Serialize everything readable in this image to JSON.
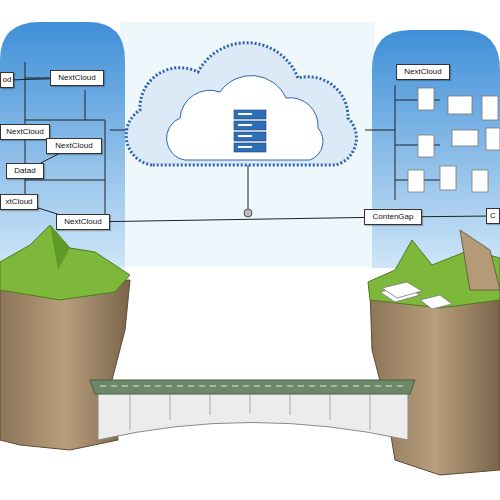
{
  "diagram": {
    "nodes": [
      {
        "text": [
          "od"
        ]
      },
      {
        "text": [
          "NextCloud"
        ]
      },
      {
        "text": [
          "NextCloud"
        ]
      },
      {
        "text": [
          "NextCloud"
        ]
      },
      {
        "text": [
          "Datad"
        ]
      },
      {
        "text": [
          "xtCloud"
        ]
      },
      {
        "text": [
          "NextCloud"
        ]
      },
      {
        "text": [
          "NextCloud"
        ]
      },
      {
        "text": [
          "ContenGap"
        ]
      },
      {
        "text": [
          "C"
        ]
      }
    ],
    "edges": [
      {
        "from": 0,
        "to": 1,
        "arrow": "none"
      },
      {
        "from": 2,
        "to": 3,
        "arrow": "none"
      },
      {
        "from": 4,
        "to": 3,
        "arrow": "none"
      },
      {
        "from": 5,
        "to": 6,
        "arrow": "none"
      },
      {
        "from": 6,
        "to": 8,
        "arrow": "none"
      },
      {
        "from": 8,
        "to": 9,
        "arrow": "none"
      }
    ]
  }
}
